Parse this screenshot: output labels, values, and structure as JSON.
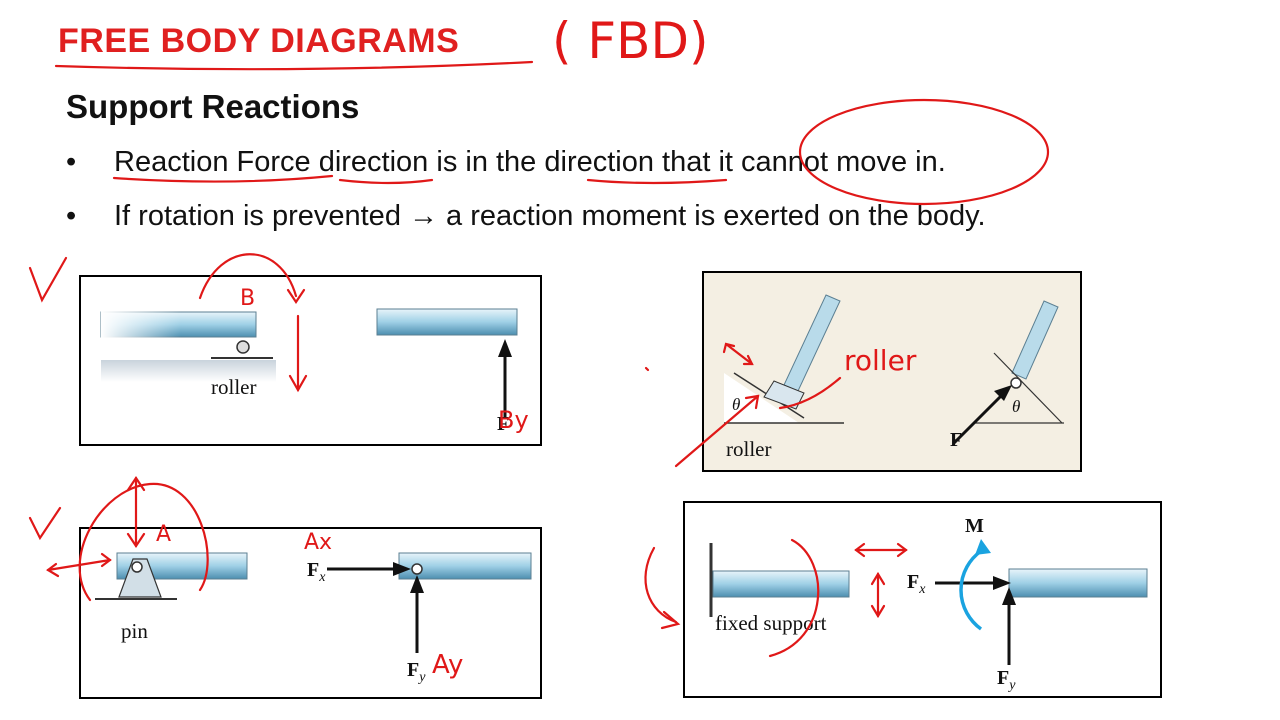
{
  "title": "FREE BODY DIAGRAMS",
  "subtitle": "Support Reactions",
  "bullets": [
    {
      "marker": "•",
      "text": "Reaction Force direction is in the direction that it cannot move in."
    },
    {
      "marker": "•",
      "text": "If rotation is prevented → a reaction moment is exerted on the body."
    }
  ],
  "figures": {
    "roller_a": {
      "label": "roller",
      "force": "F"
    },
    "roller_b": {
      "label": "roller",
      "force": "F",
      "angle": "θ"
    },
    "pin": {
      "label": "pin",
      "force_x": "F",
      "force_x_sub": "x",
      "force_y": "F",
      "force_y_sub": "y"
    },
    "fixed": {
      "label": "fixed support",
      "moment": "M",
      "force_x": "F",
      "force_x_sub": "x",
      "force_y": "F",
      "force_y_sub": "y"
    }
  },
  "annotations": {
    "fbd": "( FBD)",
    "point_b": "B",
    "by": "By",
    "roller_note": "roller",
    "point_a": "A",
    "ax": "Ax",
    "ay": "Ay",
    "check": "√"
  },
  "colors": {
    "title": "#e02020",
    "ink": "#e01818",
    "moment": "#1aa3e0",
    "beam": "#a9d3e6"
  }
}
